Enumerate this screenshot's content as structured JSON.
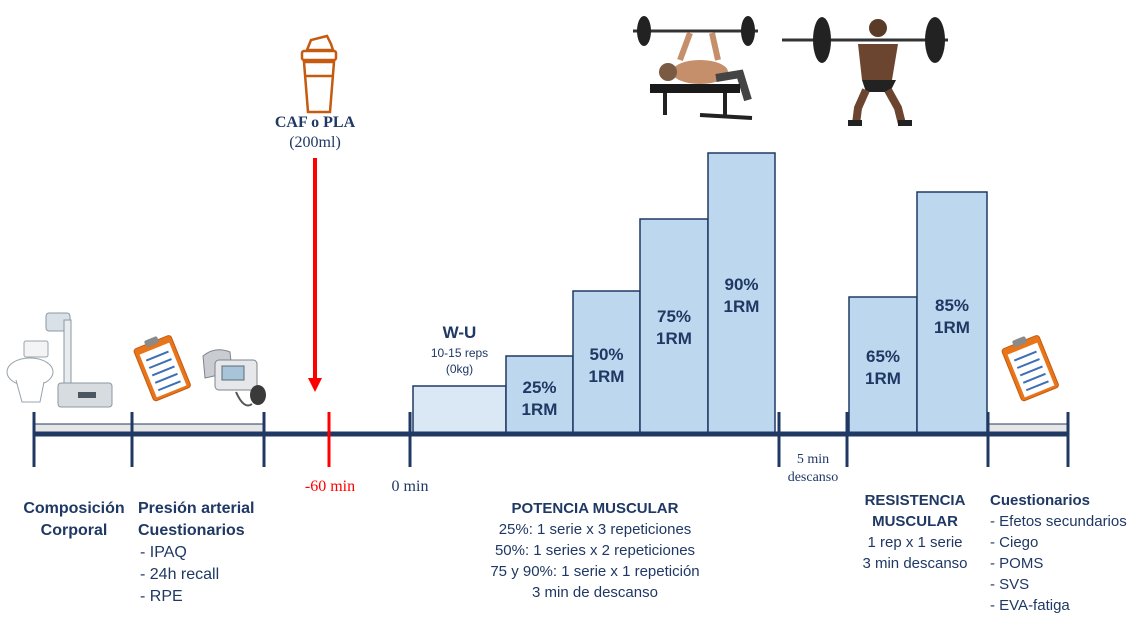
{
  "title": "",
  "markers": {
    "caf_title": "CAF o PLA",
    "caf_sub": "(200ml)",
    "minus60": "-60 min",
    "zero": "0 min",
    "rest": [
      "5 min",
      "descanso"
    ]
  },
  "bars": {
    "wu": {
      "title": "W-U",
      "line1": "10-15 reps",
      "line2": "(0kg)"
    },
    "potencia": [
      {
        "pct": "25%",
        "unit": "1RM",
        "level": 25
      },
      {
        "pct": "50%",
        "unit": "1RM",
        "level": 50
      },
      {
        "pct": "75%",
        "unit": "1RM",
        "level": 75
      },
      {
        "pct": "90%",
        "unit": "1RM",
        "level": 90
      }
    ],
    "resistencia": [
      {
        "pct": "65%",
        "unit": "1RM",
        "level": 65
      },
      {
        "pct": "85%",
        "unit": "1RM",
        "level": 85
      }
    ]
  },
  "sections": {
    "composicion": [
      "Composición",
      "Corporal"
    ],
    "presion": {
      "title1": "Presión arterial",
      "title2": "Cuestionarios",
      "items": [
        "- IPAQ",
        "- 24h recall",
        "- RPE"
      ]
    },
    "potencia": {
      "title": "POTENCIA MUSCULAR",
      "lines": [
        "25%: 1 serie x  3 repeticiones",
        "50%: 1 series x 2 repeticiones",
        "75 y 90%: 1 serie x 1 repetición",
        "3 min de descanso"
      ]
    },
    "resistencia": {
      "title1": "RESISTENCIA",
      "title2": "MUSCULAR",
      "lines": [
        "1 rep x 1 serie",
        "3 min descanso"
      ]
    },
    "cuestionarios": {
      "title": "Cuestionarios",
      "items": [
        "- Efetos secundarios",
        "- Ciego",
        "- POMS",
        "- SVS",
        "- EVA-fatiga"
      ]
    }
  },
  "icons": [
    "toilet-scale-icon",
    "clipboard-icon",
    "blood-pressure-monitor-icon",
    "shaker-bottle-icon",
    "bench-press-icon",
    "squat-icon",
    "clipboard-icon"
  ],
  "colors": {
    "timeline": "#1f3864",
    "bar_fill": "#bdd7ee",
    "wu_fill": "#dae8f5",
    "arrow": "#ff0000",
    "text": "#1f3864",
    "shaker": "#c55a11"
  }
}
